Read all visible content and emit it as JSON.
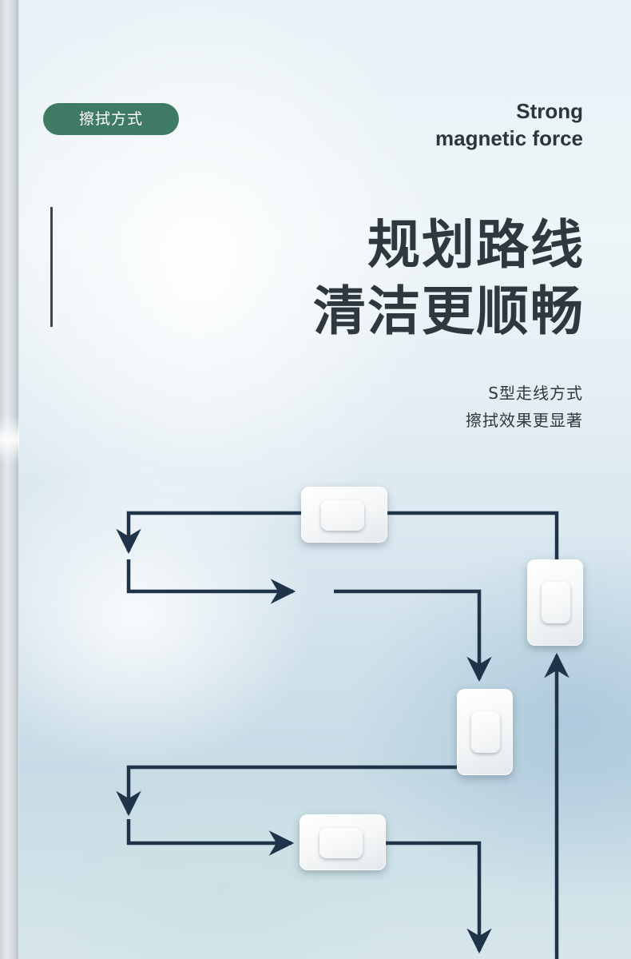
{
  "tag": {
    "label": "擦拭方式"
  },
  "english": {
    "line1": "Strong",
    "line2": "magnetic force"
  },
  "headline": {
    "line1": "规划路线",
    "line2": "清洁更顺畅"
  },
  "subtitle": {
    "line1": "S型走线方式",
    "line2": "擦拭效果更显著"
  },
  "colors": {
    "tag_bg": "#3f7a64",
    "path": "#1f3448",
    "text": "#2f383f"
  },
  "robots": [
    {
      "name": "robot-cleaner",
      "orientation": "horizontal"
    },
    {
      "name": "robot-cleaner",
      "orientation": "vertical"
    },
    {
      "name": "robot-cleaner",
      "orientation": "vertical"
    },
    {
      "name": "robot-cleaner",
      "orientation": "horizontal"
    }
  ]
}
